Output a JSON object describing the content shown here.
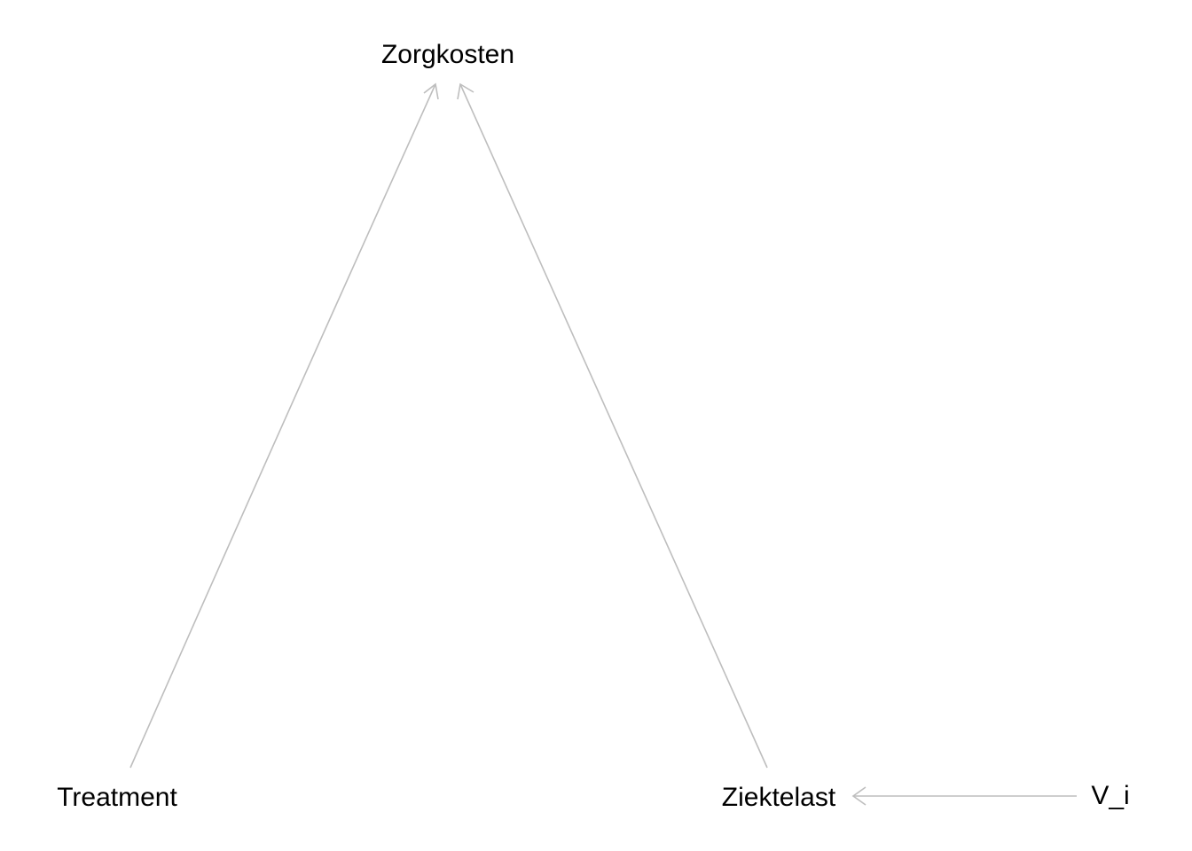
{
  "diagram": {
    "type": "directed-acyclic-graph",
    "edge_color": "#BEBEBE",
    "label_color": "#000000",
    "nodes": [
      {
        "id": "zorgkosten",
        "label": "Zorgkosten"
      },
      {
        "id": "treatment",
        "label": "Treatment"
      },
      {
        "id": "ziektelast",
        "label": "Ziektelast"
      },
      {
        "id": "v_i",
        "label": "V_i"
      }
    ],
    "edges": [
      {
        "from": "treatment",
        "to": "zorgkosten"
      },
      {
        "from": "ziektelast",
        "to": "zorgkosten"
      },
      {
        "from": "v_i",
        "to": "ziektelast"
      }
    ]
  }
}
